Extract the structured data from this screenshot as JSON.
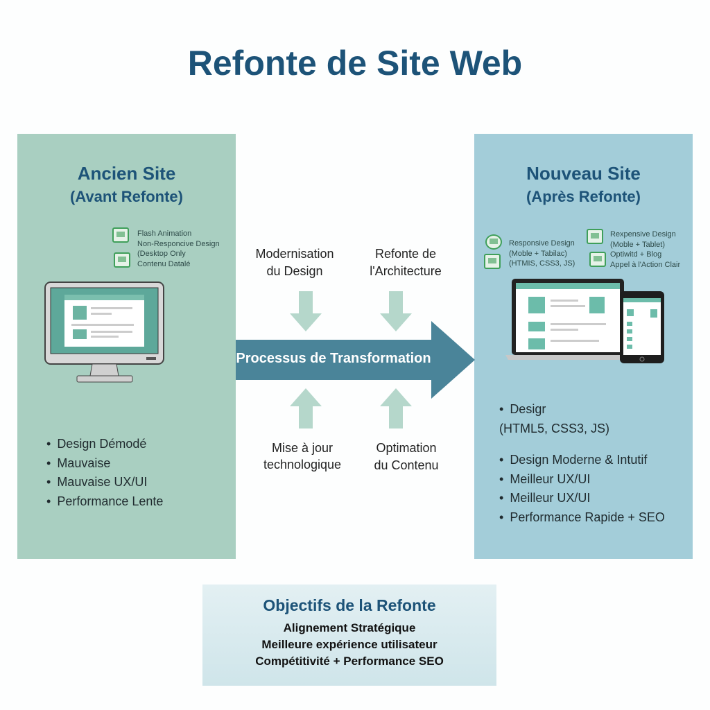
{
  "title": "Refonte de Site Web",
  "old_site": {
    "heading": "Ancien Site",
    "subheading": "(Avant Refonte)",
    "features": [
      "Flash Animation",
      "Non-Responcive Design",
      "(Desktop Only",
      "Contenu Datalé"
    ],
    "bullets": [
      "Design Démodé",
      "Mauvaise",
      "Mauvaise UX/UI",
      "Performance Lente"
    ]
  },
  "new_site": {
    "heading": "Nouveau Site",
    "subheading": "(Après Refonte)",
    "features_left": [
      "Responsive Design",
      "(Moble + Tabilac)",
      "(HTMIS, CSS3, JS)"
    ],
    "features_right": [
      "Rexpensive Design",
      "(Moble + Tablet)",
      "Optiwitd + Blog",
      "Appel à l'Action Clair"
    ],
    "bullets": [
      "Desigr",
      "(HTML5, CSS3, JS)",
      "Design Moderne & Intutif",
      "Meilleur UX/UI",
      "Meilleur UX/UI",
      "Performance Rapide + SEO"
    ]
  },
  "process": {
    "label": "Processus de Transformation",
    "steps": [
      {
        "l1": "Modernisation",
        "l2": "du Design"
      },
      {
        "l1": "Refonte de",
        "l2": "l'Architecture"
      },
      {
        "l1": "Mise à jour",
        "l2": "technologique"
      },
      {
        "l1": "Optimation",
        "l2": "du Contenu"
      }
    ]
  },
  "goals": {
    "title": "Objectifs de la Refonte",
    "items": [
      "Alignement Stratégique",
      "Meilleure expérience utilisateur",
      "Compétitivité + Performance SEO"
    ]
  },
  "colors": {
    "title": "#1d5378",
    "old_panel": "#a9cfc1",
    "new_panel": "#a3cdd9",
    "arrow": "#4a8499",
    "small_arrow": "#b5d7cb"
  }
}
